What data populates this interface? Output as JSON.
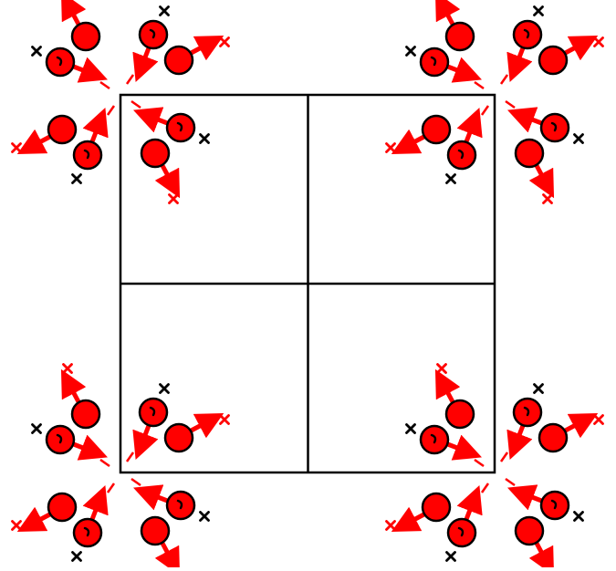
{
  "colors": {
    "background": "#ffffff",
    "grid_line": "#000000",
    "ball_fill": "#ff0000",
    "ball_outline": "#000000",
    "arrow": "#ff0000",
    "black_cross": "#000000",
    "red_cross": "#ff0000"
  },
  "grid": {
    "rows": 2,
    "cols": 2
  },
  "scatter_groups": {
    "corners": [
      "top-left",
      "top-right",
      "bottom-left",
      "bottom-right"
    ],
    "groups_per_corner": 4,
    "group_contents": [
      "red-ball-pair",
      "red-arrows",
      "black-cross",
      "red-cross",
      "dashed-tick"
    ]
  }
}
